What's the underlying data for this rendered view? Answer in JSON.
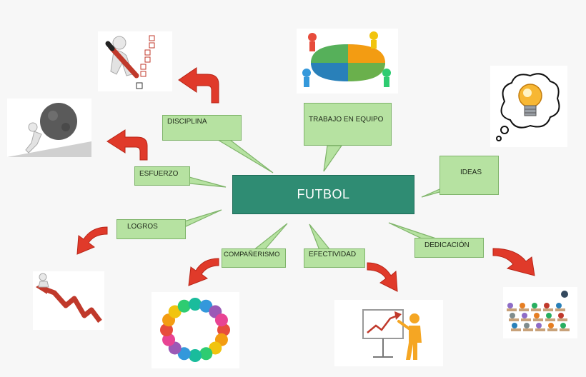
{
  "center": {
    "label": "FUTBOL"
  },
  "nodes": {
    "disciplina": "DISCIPLINA",
    "trabajo": "TRABAJO EN EQUIPO",
    "ideas": "IDEAS",
    "esfuerzo": "ESFUERZO",
    "logros": "LOGROS",
    "companerismo": "COMPAÑERISMO",
    "efectividad": "EFECTIVIDAD",
    "dedicacion": "DEDICACIÓN"
  },
  "colors": {
    "center_fill": "#2f8c73",
    "node_fill": "#b6e2a1",
    "arrow": "#e03a2a"
  },
  "icons": [
    "checklist-figure-icon",
    "puzzle-team-icon",
    "lightbulb-idea-icon",
    "boulder-push-icon",
    "rising-graph-icon",
    "people-circle-icon",
    "presentation-chart-icon",
    "classroom-group-icon"
  ]
}
